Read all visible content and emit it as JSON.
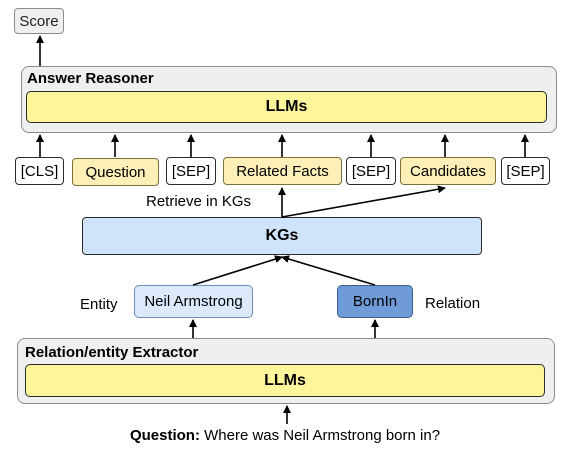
{
  "output": {
    "score_label": "Score"
  },
  "answer_reasoner": {
    "title": "Answer Reasoner",
    "llm_label": "LLMs"
  },
  "tokens": [
    "[CLS]",
    "Question",
    "[SEP]",
    "Related Facts",
    "[SEP]",
    "Candidates",
    "[SEP]"
  ],
  "retrieve_label": "Retrieve in KGs",
  "kg_label": "KGs",
  "entity": {
    "caption": "Entity",
    "value": "Neil Armstrong"
  },
  "relation": {
    "caption": "Relation",
    "value": "BornIn"
  },
  "extractor": {
    "title": "Relation/entity Extractor",
    "llm_label": "LLMs"
  },
  "question": {
    "prefix": "Question:",
    "text": " Where was Neil Armstrong born in?"
  },
  "colors": {
    "llm_fill": "#fdf59a",
    "token_highlight": "#fcefb8",
    "kg_fill": "#cfe3fa",
    "entity_fill": "#dce9fb",
    "relation_fill": "#6f9bd8",
    "panel_fill": "#efefef"
  }
}
